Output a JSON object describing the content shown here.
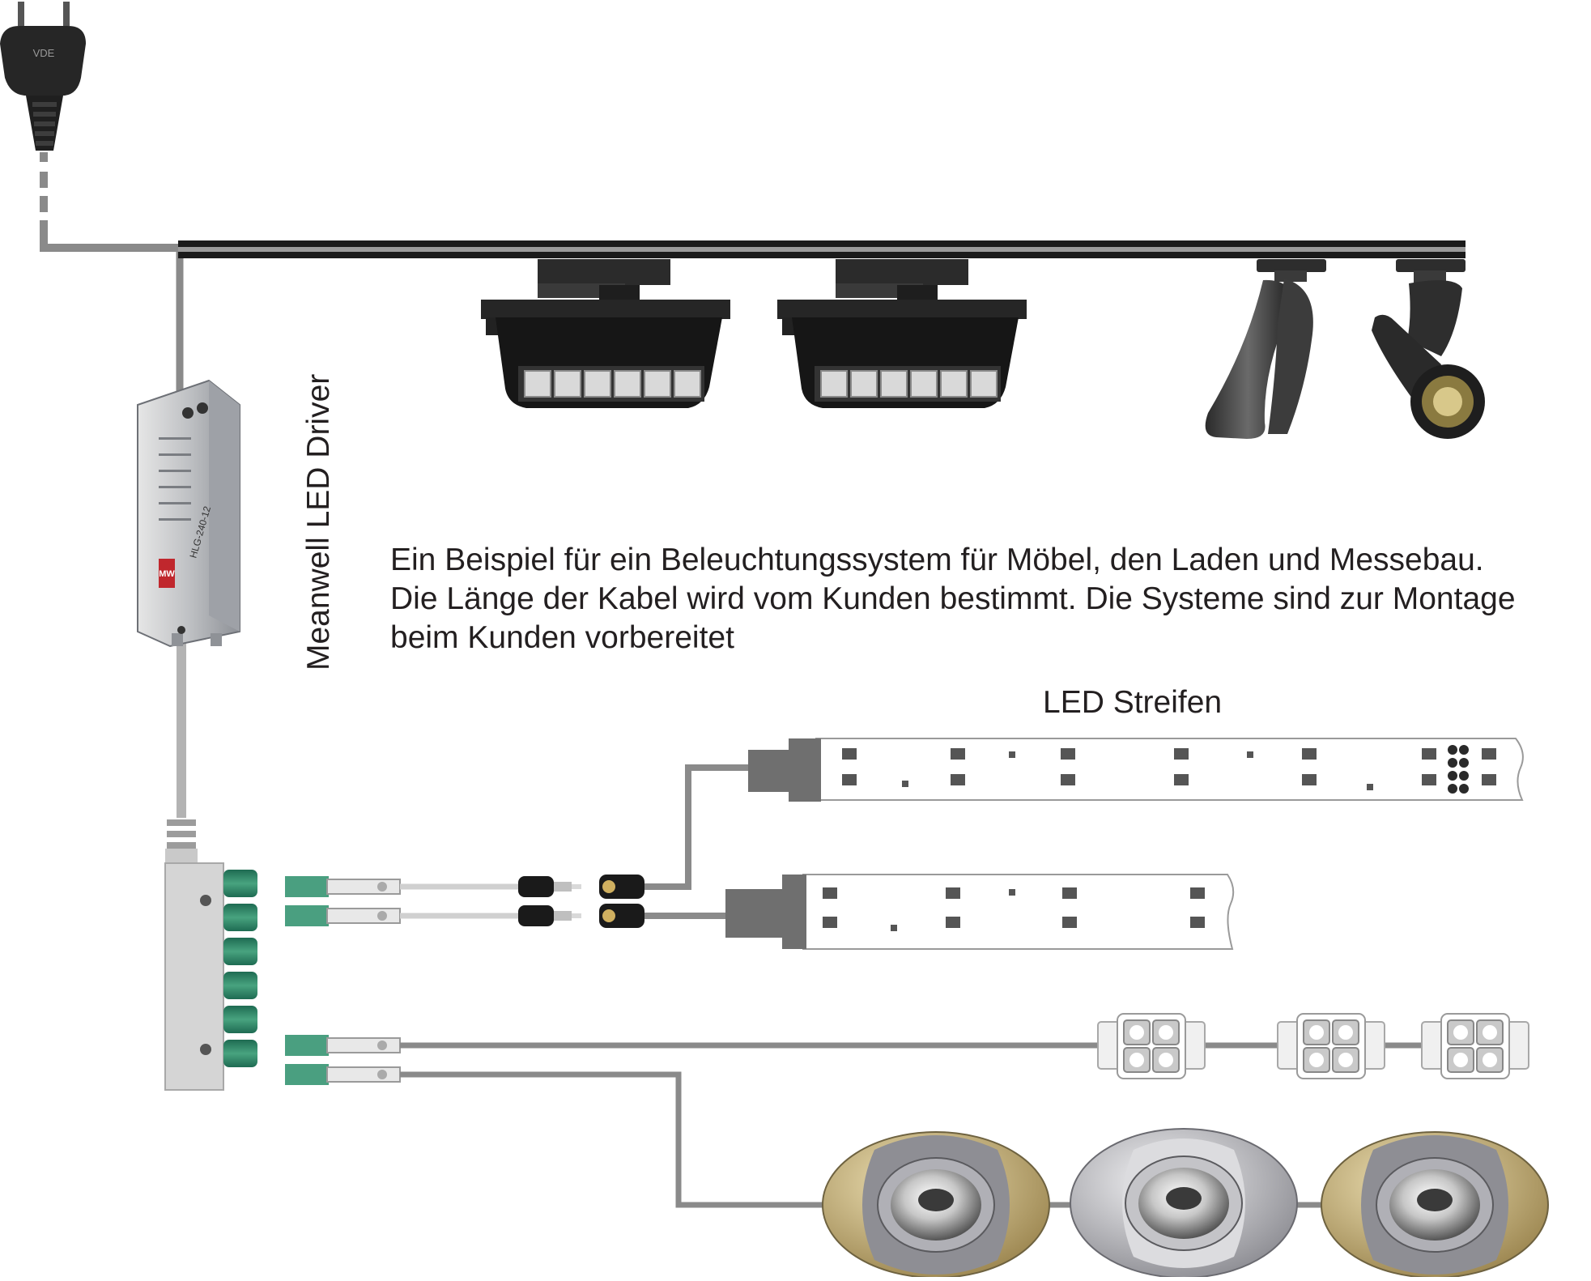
{
  "description": {
    "line1": "Ein Beispiel für ein Beleuchtungssystem für Möbel, den Laden und Messebau.",
    "line2": "Die Länge der Kabel wird vom Kunden bestimmt. Die Systeme sind zur Montage",
    "line3": "beim Kunden vorbereitet"
  },
  "labels": {
    "driver": "Meanwell LED Driver",
    "strips": "LED Streifen",
    "driver_model": "HLG-240-12",
    "driver_brand": "MW",
    "plug_stamp": "VDE"
  },
  "colors": {
    "cable": "#8a8a8a",
    "rail": "#1a1a1a",
    "connector_green": "#2e8b6a",
    "gold": "#c9b27a",
    "silver": "#b8b8bc"
  }
}
